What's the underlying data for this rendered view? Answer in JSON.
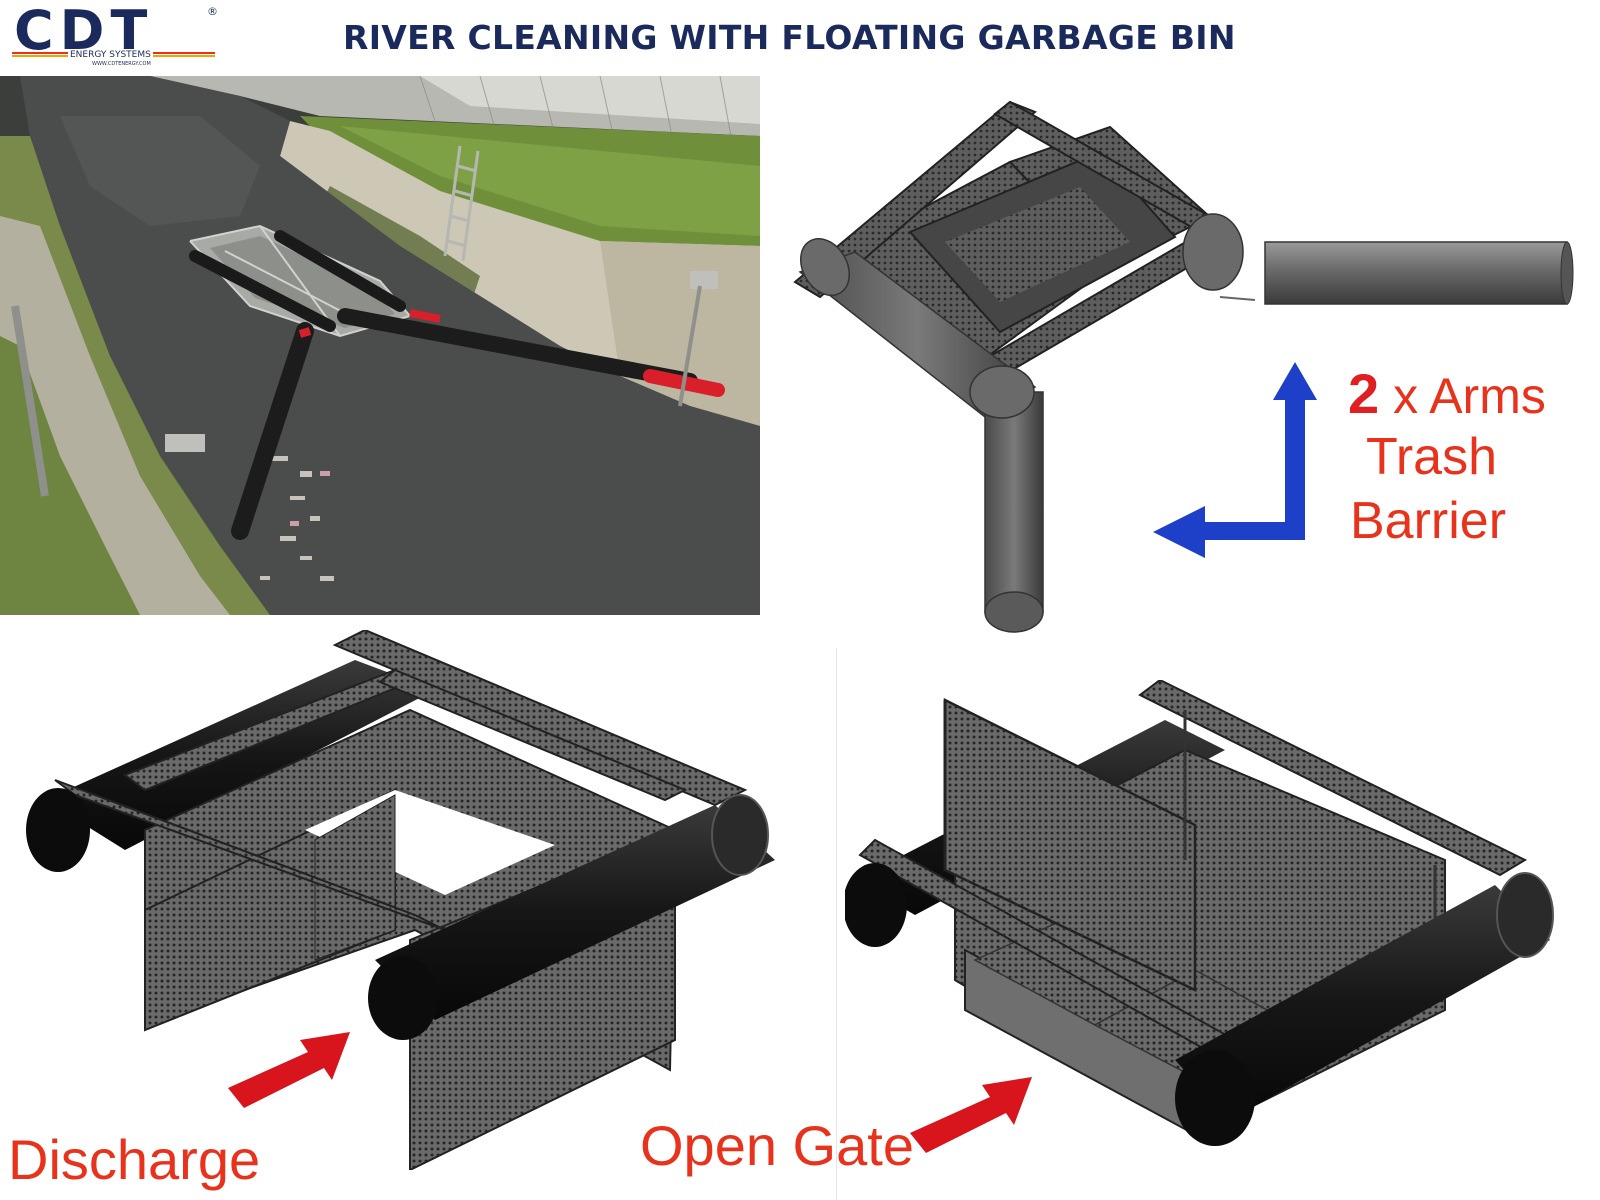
{
  "logo": {
    "brand": "CDT",
    "registered": "®",
    "subtitle": "ENERGY SYSTEMS",
    "website": "WWW.CDTENERGY.COM",
    "stripe_colors": [
      "#e8321c",
      "#f2a400"
    ]
  },
  "header": {
    "title": "RIVER CLEANING WITH FLOATING GARBAGE BIN"
  },
  "labels": {
    "arms_count": "2",
    "arms_text": "x Arms",
    "trash": "Trash",
    "barrier": "Barrier",
    "discharge": "Discharge",
    "open_gate": "Open Gate"
  },
  "colors": {
    "title_blue": "#1b2a5c",
    "label_red": "#e8321c",
    "flow_arrow_blue": "#1e3fc8",
    "flow_arrow_red": "#d8141c"
  }
}
